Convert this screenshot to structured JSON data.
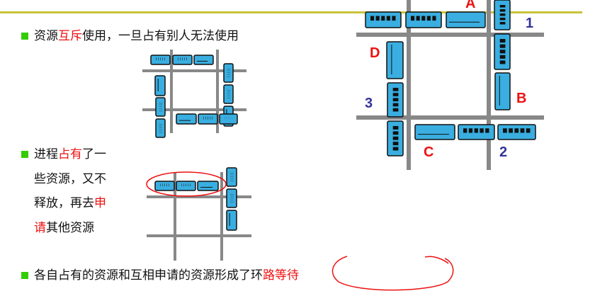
{
  "bullets": [
    {
      "parts": [
        "资源",
        "互斥",
        "使用，一旦占有别人无法使用"
      ]
    },
    {
      "lines": [
        [
          "进程",
          "占有",
          "了一"
        ],
        [
          "些资源，又不"
        ],
        [
          "释放，再去",
          "申"
        ],
        [
          "请",
          "其他资源"
        ]
      ]
    },
    {
      "parts": [
        "各自占有的资源和互相申请的资源形成了环",
        "路等待"
      ]
    }
  ],
  "diagram": {
    "trains": [
      "A",
      "B",
      "C",
      "D"
    ],
    "intersections": [
      "1",
      "2",
      "3"
    ]
  },
  "colors": {
    "train": "#3aaee0",
    "road": "#888888",
    "accent": "#ee1111",
    "bullet": "#33cc00",
    "rule": "#c8c43c"
  }
}
